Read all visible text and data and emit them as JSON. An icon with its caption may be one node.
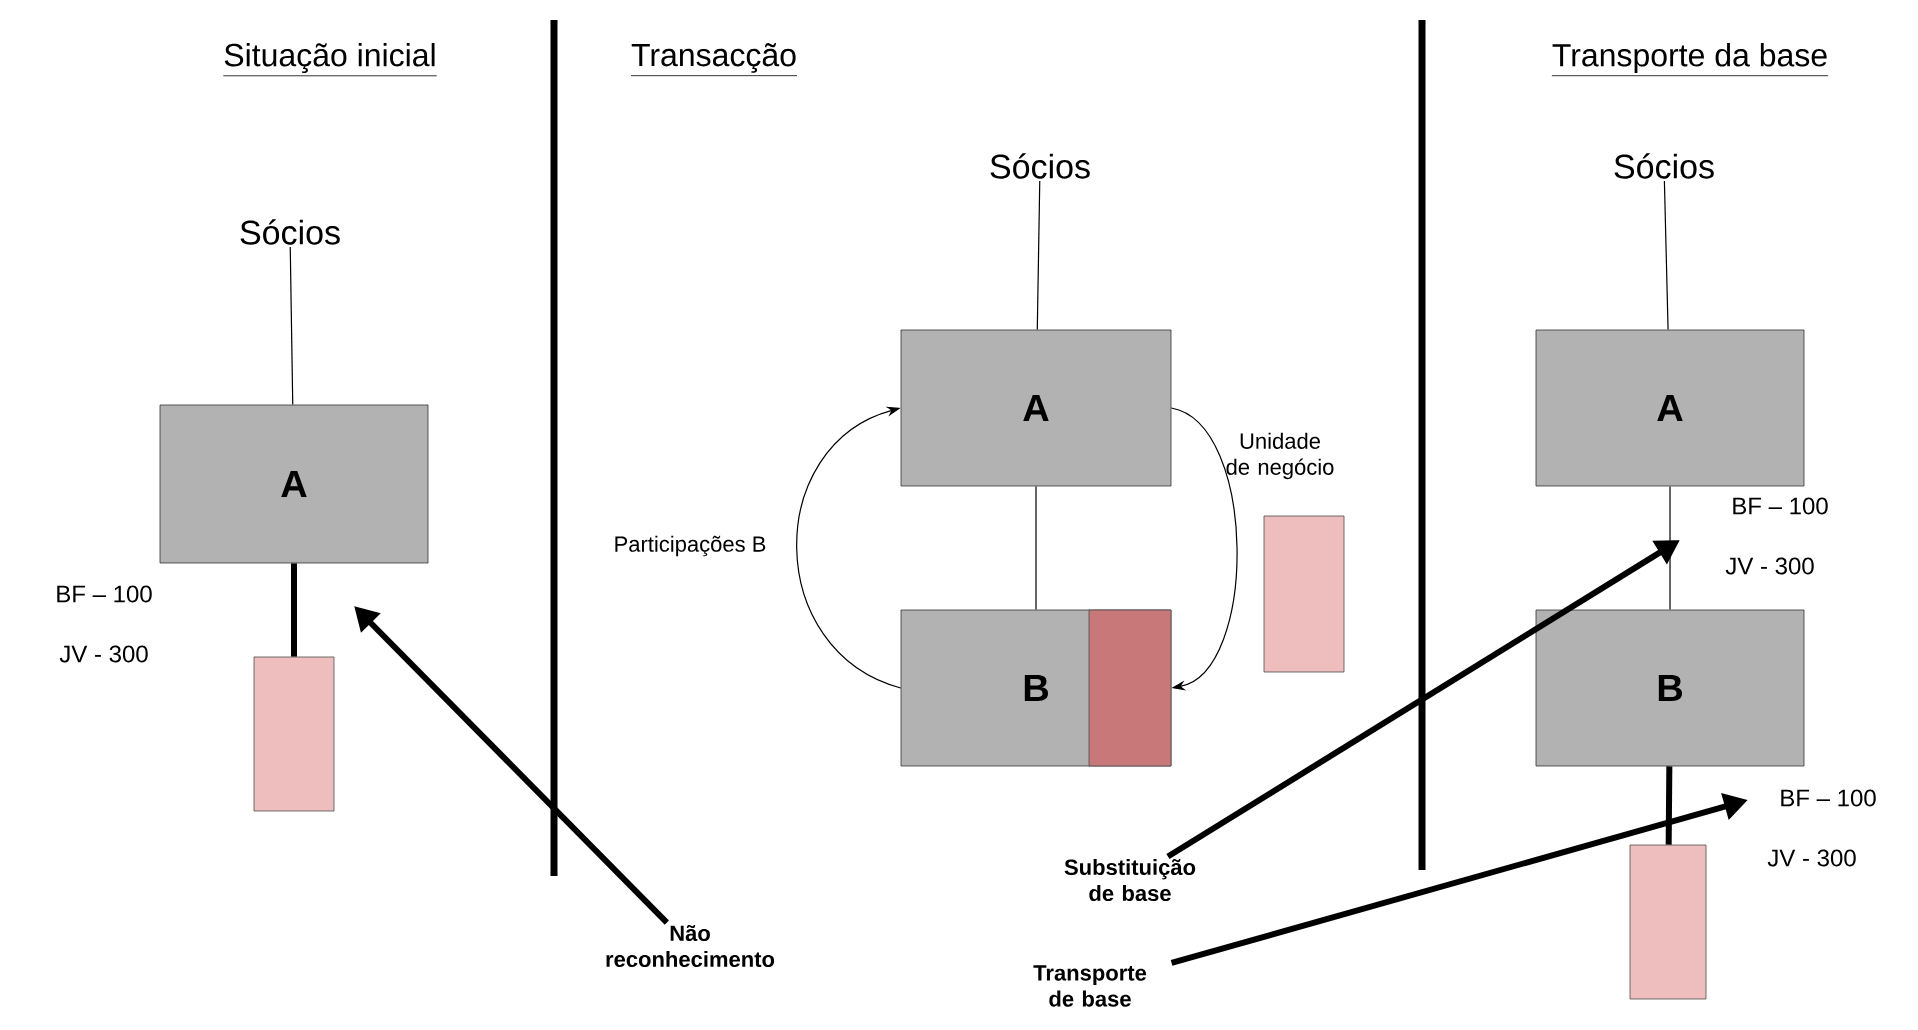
{
  "diagram": {
    "nodes": [
      {
        "text": [
          "Sócios"
        ]
      },
      {
        "text": [
          "A"
        ]
      },
      {
        "text": [],
        "shape": "box"
      },
      {
        "text": [
          "Não reconhecimento"
        ]
      },
      {
        "text": [
          "Sócios"
        ]
      },
      {
        "text": [
          "A"
        ]
      },
      {
        "text": [
          "B"
        ]
      },
      {
        "text": [],
        "shape": "box",
        "in": 6
      },
      {
        "text": [],
        "shape": "box",
        "beside": [
          "Unidade de negócio"
        ]
      },
      {
        "text": [
          "Sócios"
        ]
      },
      {
        "text": [
          "A"
        ]
      },
      {
        "text": [
          "B"
        ]
      },
      {
        "text": [],
        "shape": "box"
      },
      {
        "text": [
          "Substituição de base"
        ]
      },
      {
        "text": [
          "Transporte de base"
        ]
      }
    ],
    "edges": [
      {
        "from": 0,
        "to": 1,
        "arrow": "none"
      },
      {
        "from": 1,
        "to": 2,
        "arrow": "none",
        "style": "thick"
      },
      {
        "from": 3,
        "to": null,
        "arrow": "to",
        "style": "thick"
      },
      {
        "from": 4,
        "to": 5,
        "arrow": "none"
      },
      {
        "from": 5,
        "to": 6,
        "arrow": "none"
      },
      {
        "from": 6,
        "to": 5,
        "arrow": "to",
        "label": "Participações B"
      },
      {
        "from": 5,
        "to": 7,
        "arrow": "to"
      },
      {
        "from": 9,
        "to": 10,
        "arrow": "none"
      },
      {
        "from": 10,
        "to": 11,
        "arrow": "none"
      },
      {
        "from": 11,
        "to": 12,
        "arrow": "none",
        "style": "thick"
      },
      {
        "from": 13,
        "to": null,
        "arrow": "to",
        "style": "thick"
      },
      {
        "from": 14,
        "to": null,
        "arrow": "to",
        "style": "thick"
      }
    ],
    "labels": [
      "Situação inicial",
      "Transacção",
      "Transporte da base",
      "BF – 100",
      "JV - 300",
      "BF – 100",
      "JV - 300",
      "BF – 100",
      "JV - 300"
    ]
  }
}
